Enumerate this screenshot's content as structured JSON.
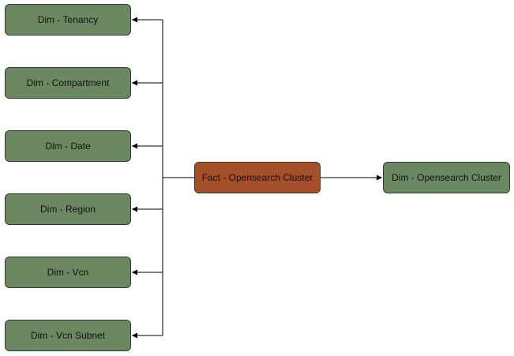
{
  "diagram": {
    "fact": {
      "label": "Fact - Opensearch Cluster",
      "fill": "#a64f2b"
    },
    "dimensions_left": [
      {
        "label": "Dim - Tenancy"
      },
      {
        "label": "Dim - Compartment"
      },
      {
        "label": "Dim - Date"
      },
      {
        "label": "Dim - Region"
      },
      {
        "label": "Dim - Vcn"
      },
      {
        "label": "Dim - Vcn Subnet"
      }
    ],
    "dimension_right": {
      "label": "Dim - Opensearch Cluster"
    },
    "dim_fill": "#6b8862",
    "edge_color": "#000000"
  }
}
